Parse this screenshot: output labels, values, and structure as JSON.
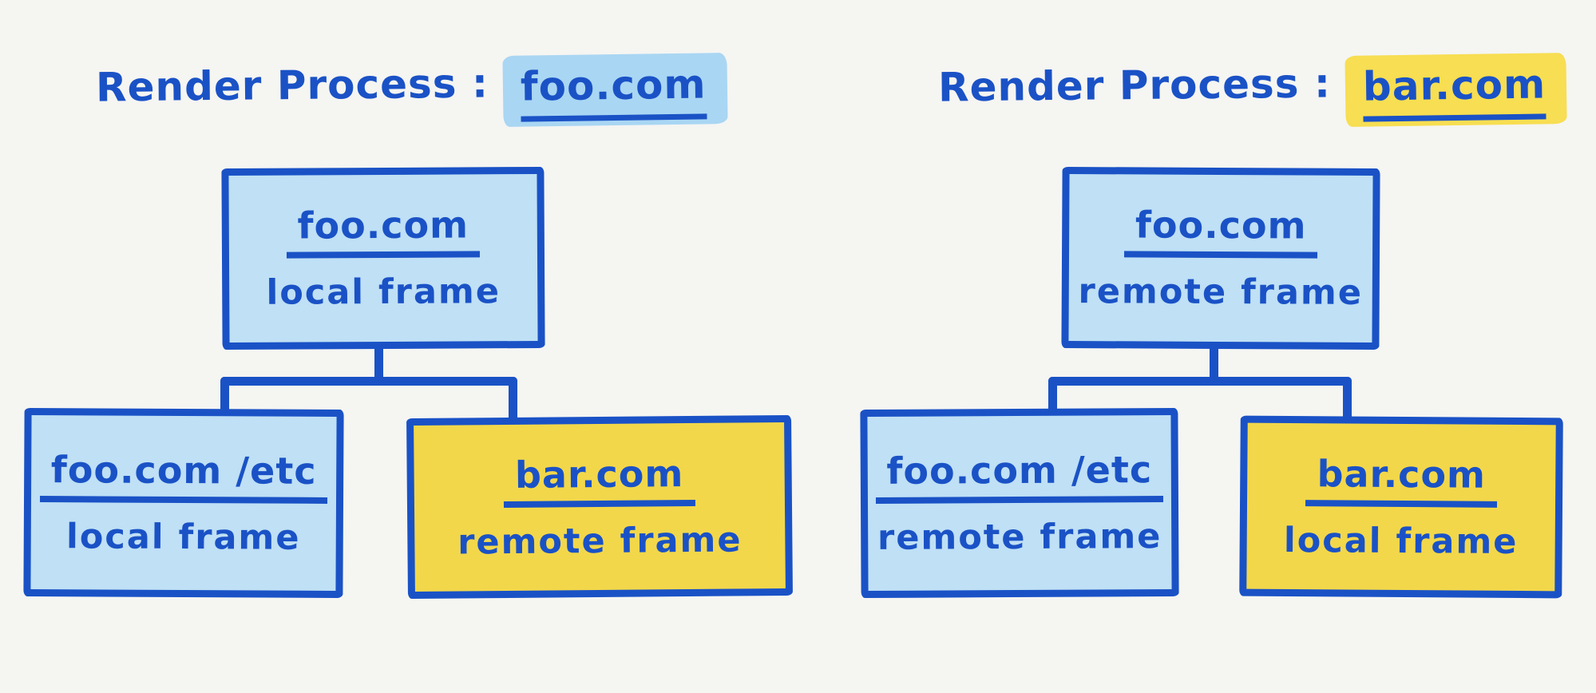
{
  "colors": {
    "ink": "#1a52c6",
    "light_blue": "#bfe0f5",
    "highlight_blue": "#a9d6f3",
    "yellow": "#f2d74b",
    "highlight_yellow": "#f7de52",
    "background": "#f5f5f2"
  },
  "panels": [
    {
      "title_prefix": "Render Process :",
      "title_domain": "foo.com",
      "title_highlight": "blue",
      "root": {
        "domain": "foo.com",
        "frame_type": "local frame",
        "fill": "blue"
      },
      "children": [
        {
          "domain": "foo.com /etc",
          "frame_type": "local frame",
          "fill": "blue"
        },
        {
          "domain": "bar.com",
          "frame_type": "remote frame",
          "fill": "yellow"
        }
      ]
    },
    {
      "title_prefix": "Render Process :",
      "title_domain": "bar.com",
      "title_highlight": "yellow",
      "root": {
        "domain": "foo.com",
        "frame_type": "remote frame",
        "fill": "blue"
      },
      "children": [
        {
          "domain": "foo.com /etc",
          "frame_type": "remote frame",
          "fill": "blue"
        },
        {
          "domain": "bar.com",
          "frame_type": "local frame",
          "fill": "yellow"
        }
      ]
    }
  ]
}
